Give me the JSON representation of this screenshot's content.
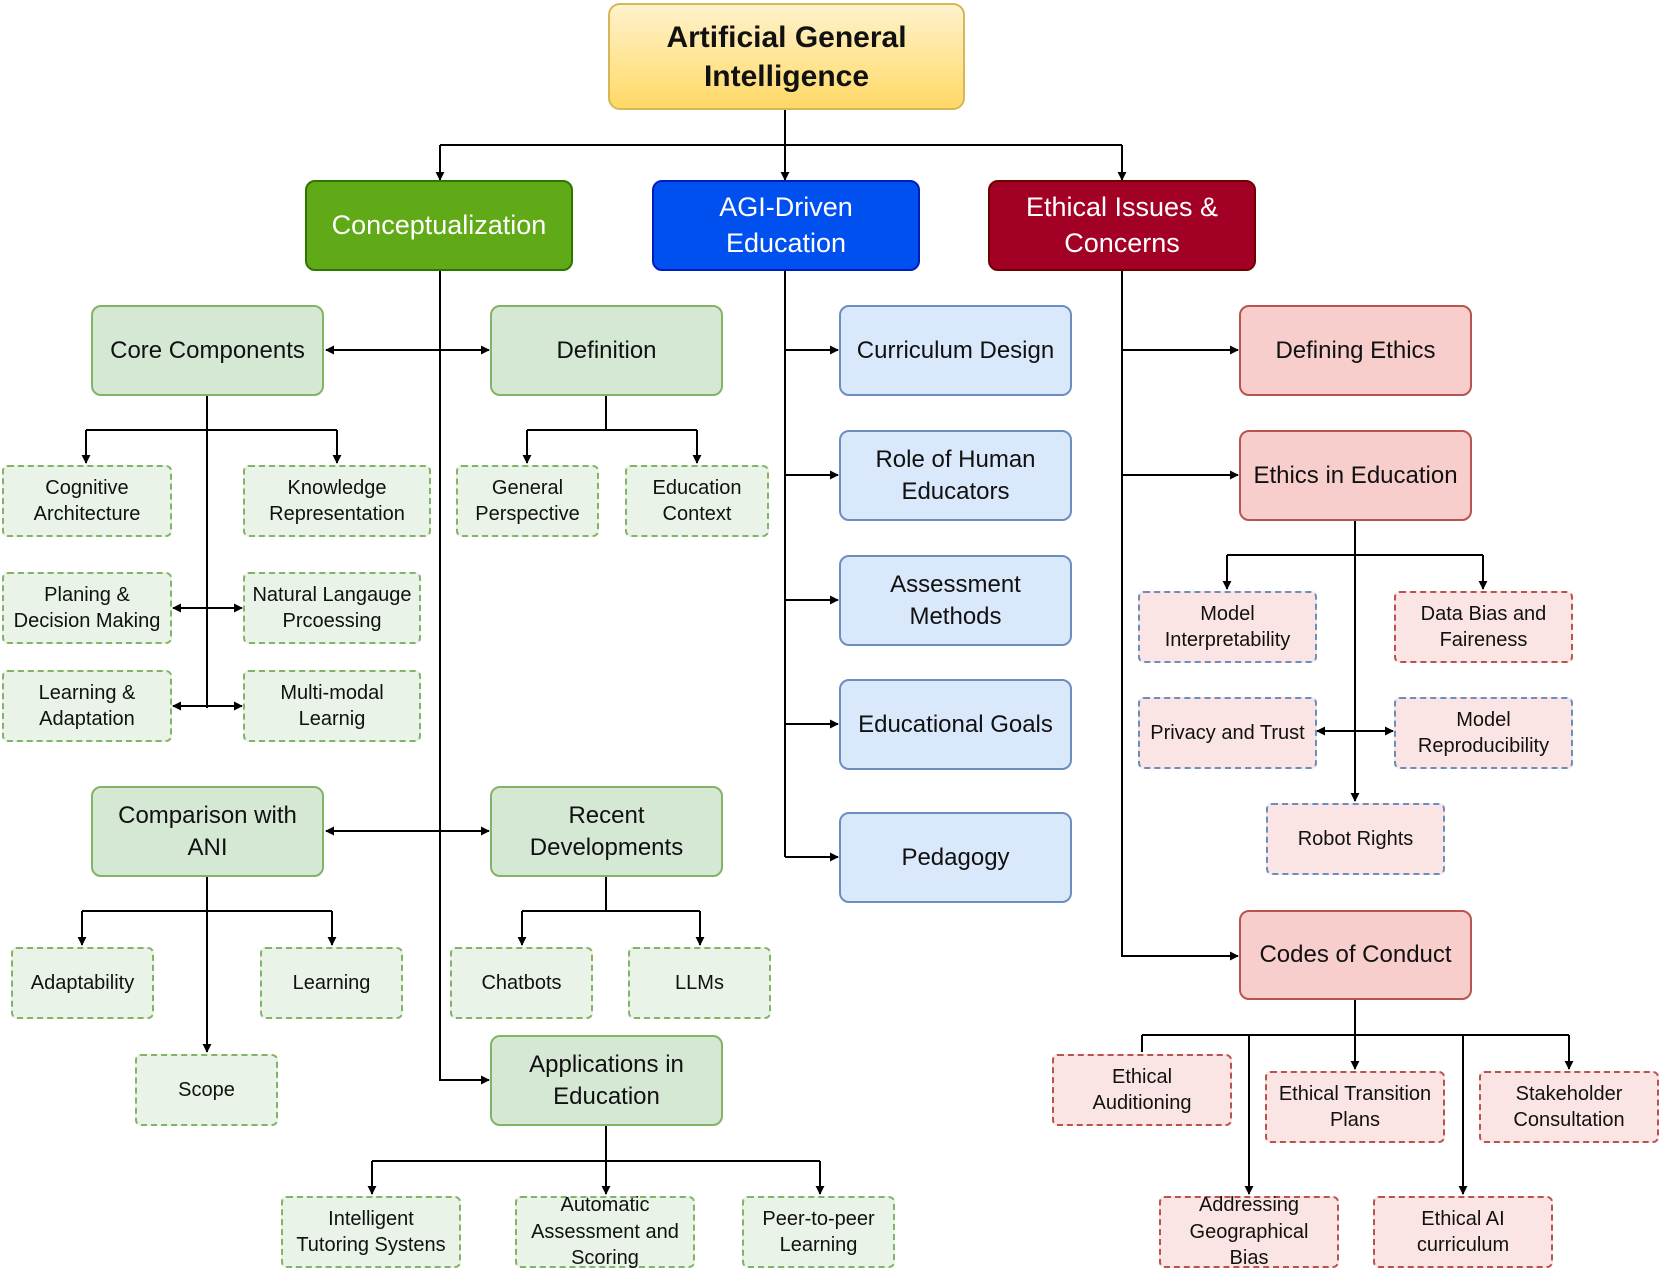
{
  "nodes": {
    "agi": "Artificial General\nIntelligence",
    "conceptualization": "Conceptualization",
    "agi_education": "AGI-Driven\nEducation",
    "ethical_issues": "Ethical Issues &\nConcerns",
    "core_components": "Core Components",
    "definition": "Definition",
    "cognitive_architecture": "Cognitive\nArchitecture",
    "knowledge_representation": "Knowledge\nRepresentation",
    "general_perspective": "General\nPerspective",
    "education_context": "Education\nContext",
    "planning_decision": "Planing &\nDecision Making",
    "nlp": "Natural Langauge\nPrcoessing",
    "learning_adaptation": "Learning &\nAdaptation",
    "multimodal_learning": "Multi-modal\nLearnig",
    "comparison_ani": "Comparison with\nANI",
    "recent_developments": "Recent\nDevelopments",
    "adaptability": "Adaptability",
    "learning": "Learning",
    "chatbots": "Chatbots",
    "llms": "LLMs",
    "scope": "Scope",
    "applications_education": "Applications in\nEducation",
    "intelligent_tutoring": "Intelligent\nTutoring Systens",
    "automatic_assessment": "Automatic\nAssessment and\nScoring",
    "peer_learning": "Peer-to-peer\nLearning",
    "curriculum_design": "Curriculum Design",
    "role_human_educators": "Role of Human\nEducators",
    "assessment_methods": "Assessment\nMethods",
    "educational_goals": "Educational Goals",
    "pedagogy": "Pedagogy",
    "defining_ethics": "Defining Ethics",
    "ethics_education": "Ethics in Education",
    "model_interpretability": "Model\nInterpretability",
    "data_bias": "Data Bias and\nFaireness",
    "privacy_trust": "Privacy and Trust",
    "model_reproducibility": "Model\nReproducibility",
    "robot_rights": "Robot Rights",
    "codes_conduct": "Codes of Conduct",
    "ethical_auditioning": "Ethical\nAuditioning",
    "ethical_transition": "Ethical Transition\nPlans",
    "stakeholder_consultation": "Stakeholder\nConsultation",
    "geographical_bias": "Addressing\nGeographical\nBias",
    "ethical_ai_curriculum": "Ethical AI\ncurriculum"
  },
  "colors": {
    "root_fill": "#ffd966",
    "conceptualization": "#60a917",
    "agi_education": "#0050ef",
    "ethical_issues": "#a20025",
    "green_node": "#d5e8d4",
    "blue_node": "#dae8fc",
    "red_node": "#f8cecc"
  }
}
